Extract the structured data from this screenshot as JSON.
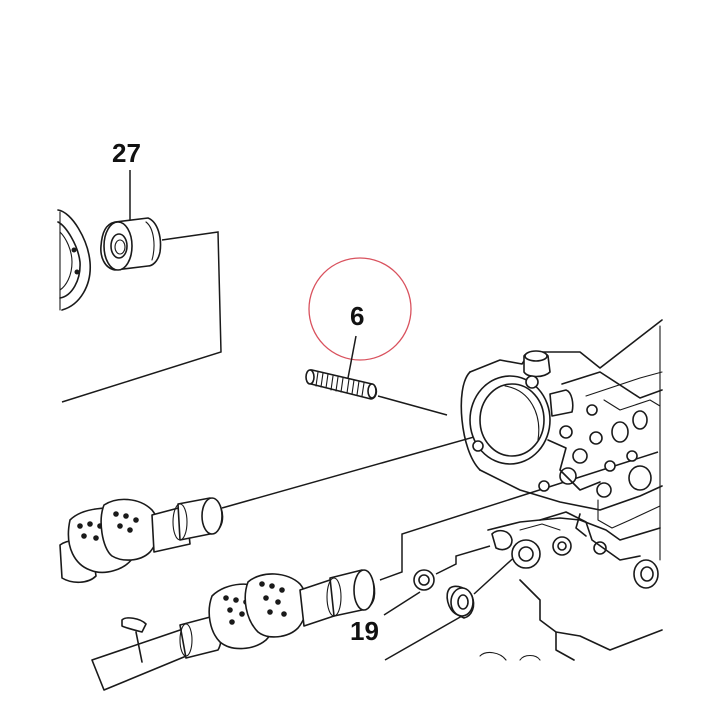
{
  "callouts": {
    "bush": "27",
    "stud": "6",
    "seal": "19"
  },
  "highlight": {
    "color": "#d9525e",
    "target": "stud"
  },
  "colors": {
    "ink": "#1a1a1a",
    "background": "#ffffff"
  }
}
